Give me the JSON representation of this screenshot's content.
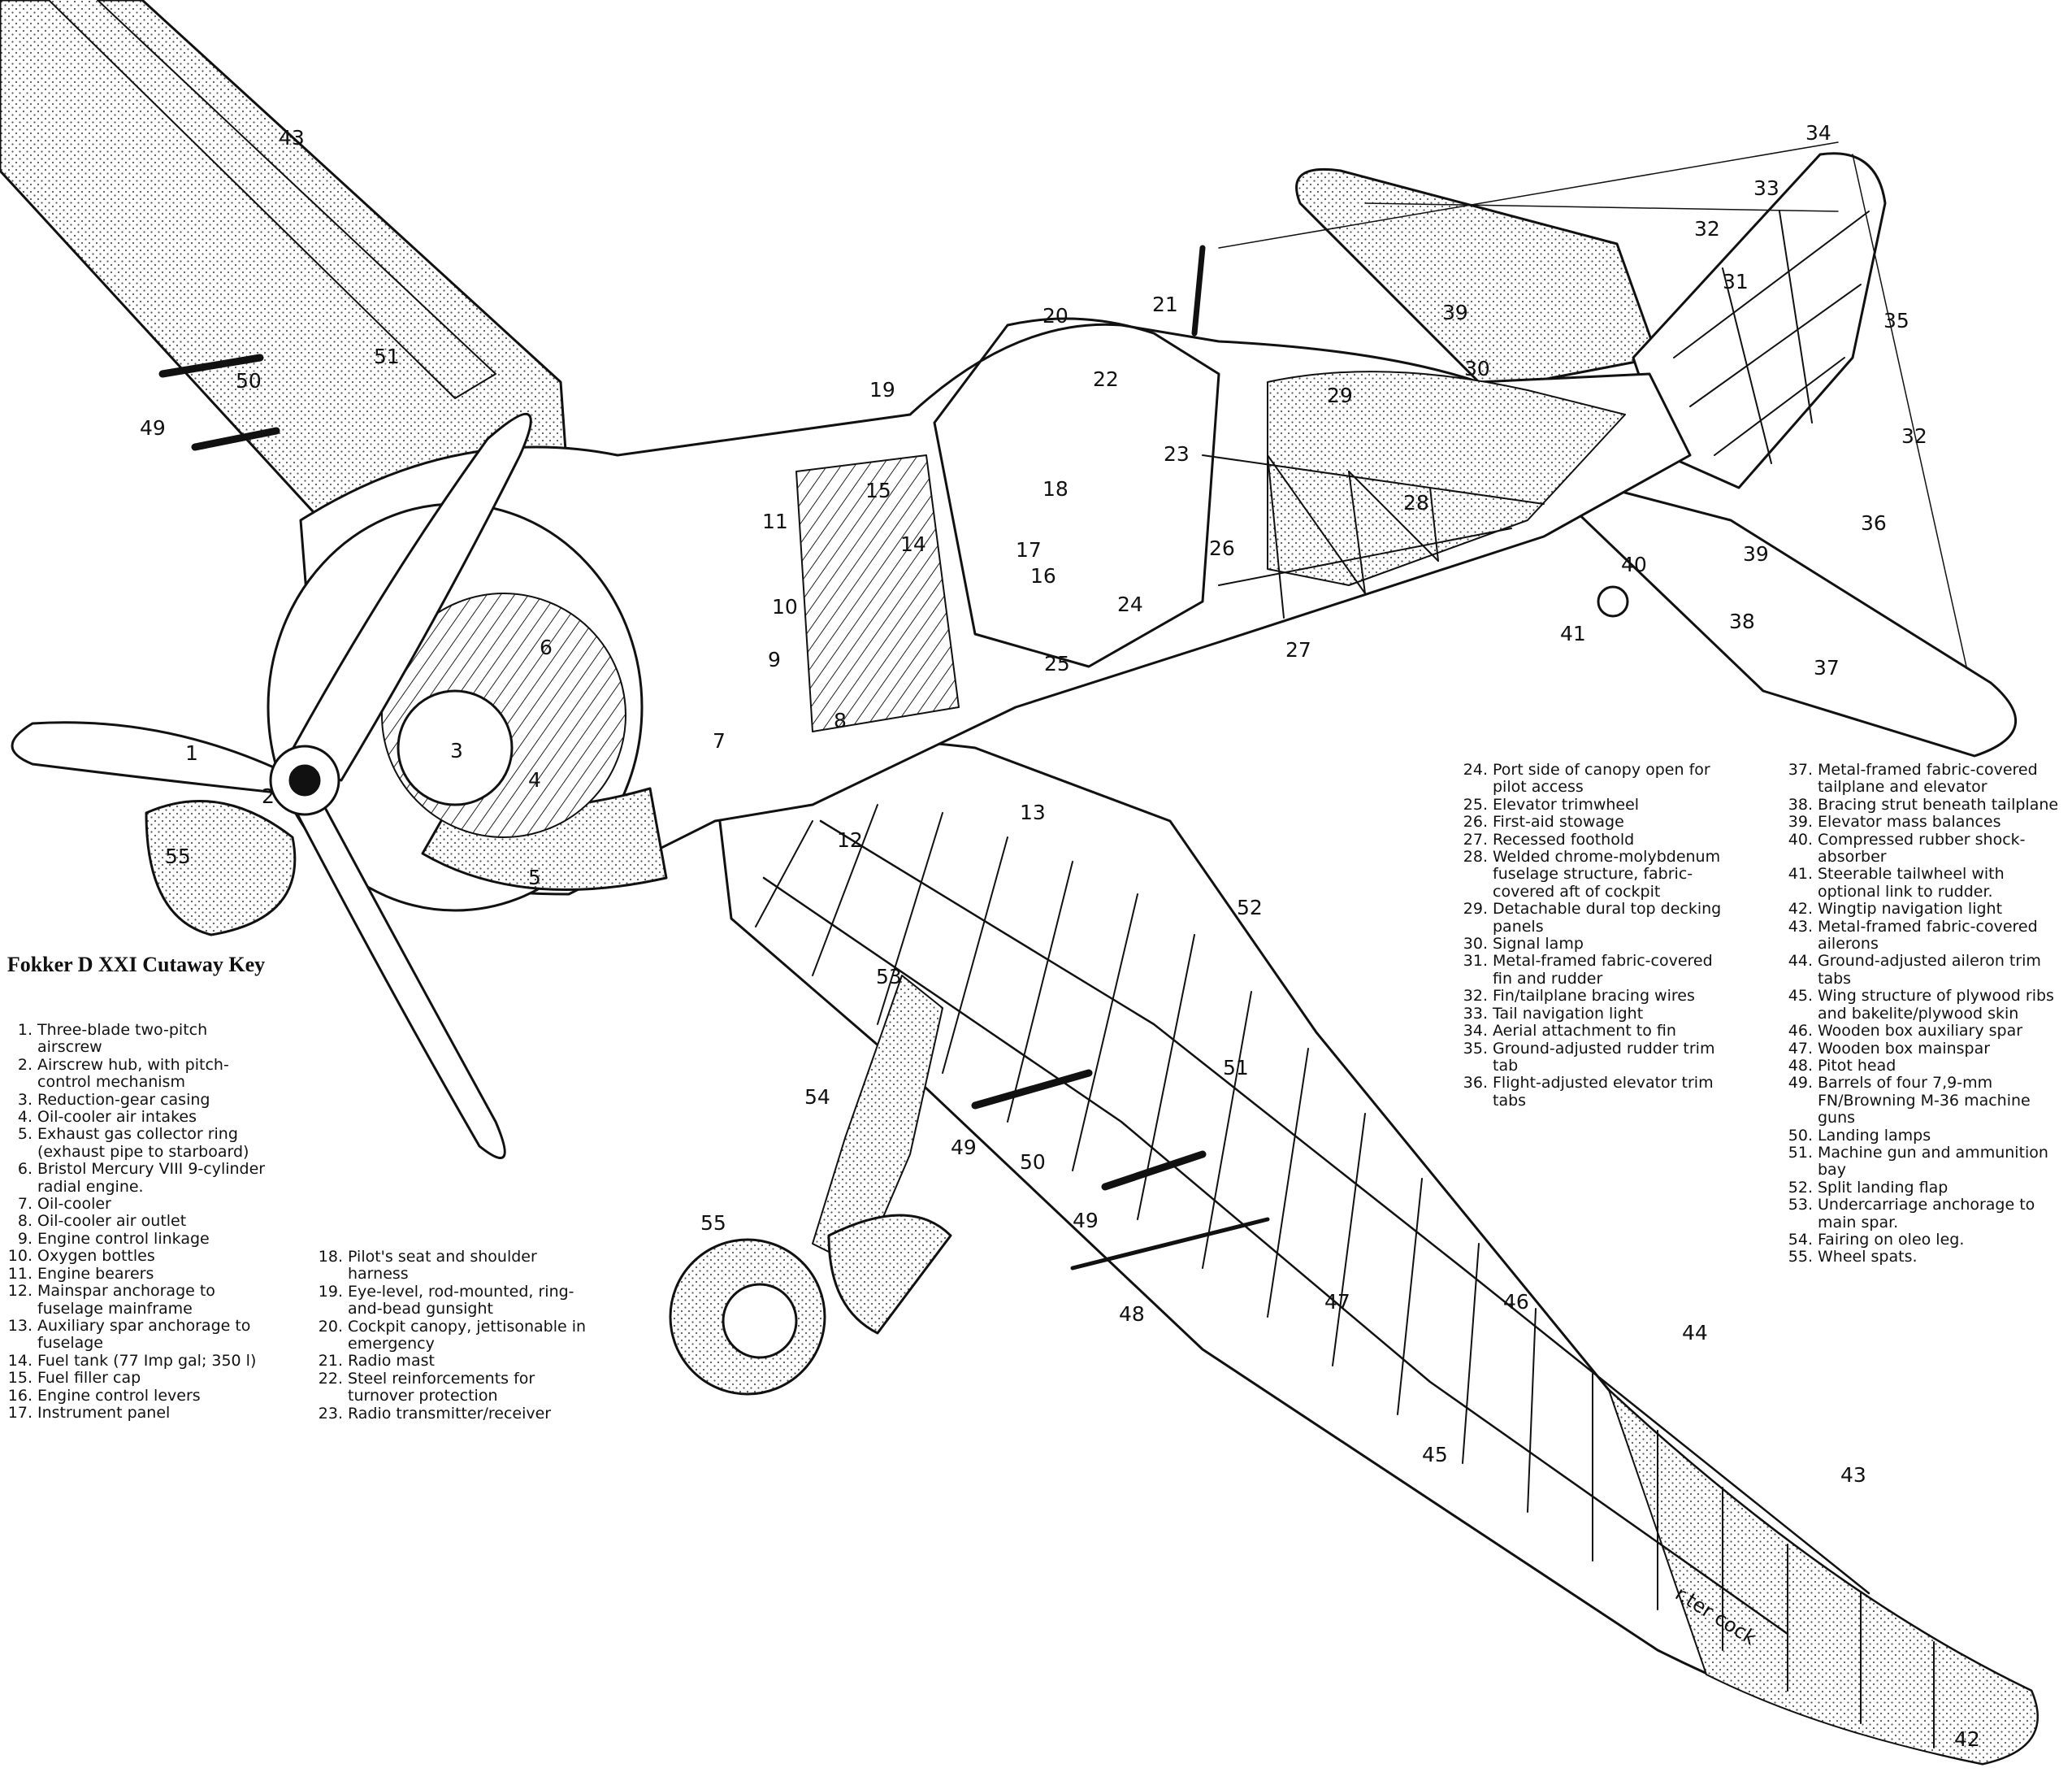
{
  "key_title": "Fokker D XXI Cutaway Key",
  "key_columns": [
    [
      {
        "num": "1.",
        "text": "Three-blade two-pitch airscrew"
      },
      {
        "num": "2.",
        "text": "Airscrew hub, with pitch-control mechanism"
      },
      {
        "num": "3.",
        "text": "Reduction-gear casing"
      },
      {
        "num": "4.",
        "text": "Oil-cooler air intakes"
      },
      {
        "num": "5.",
        "text": "Exhaust gas collector ring (exhaust pipe to starboard)"
      },
      {
        "num": "6.",
        "text": "Bristol Mercury VIII 9-cylinder radial engine."
      },
      {
        "num": "7.",
        "text": "Oil-cooler"
      },
      {
        "num": "8.",
        "text": "Oil-cooler air outlet"
      },
      {
        "num": "9.",
        "text": "Engine control linkage"
      },
      {
        "num": "10.",
        "text": "Oxygen bottles"
      },
      {
        "num": "11.",
        "text": "Engine bearers"
      },
      {
        "num": "12.",
        "text": "Mainspar anchorage to fuselage mainframe"
      },
      {
        "num": "13.",
        "text": "Auxiliary spar anchorage to fuselage"
      },
      {
        "num": "14.",
        "text": "Fuel tank (77 Imp gal; 350 l)"
      },
      {
        "num": "15.",
        "text": "Fuel filler cap"
      },
      {
        "num": "16.",
        "text": "Engine control levers"
      },
      {
        "num": "17.",
        "text": "Instrument panel"
      }
    ],
    [
      {
        "num": "18.",
        "text": "Pilot's seat and shoulder harness"
      },
      {
        "num": "19.",
        "text": "Eye-level, rod-mounted, ring-and-bead gunsight"
      },
      {
        "num": "20.",
        "text": "Cockpit canopy, jettisonable in emergency"
      },
      {
        "num": "21.",
        "text": "Radio mast"
      },
      {
        "num": "22.",
        "text": "Steel reinforcements for turnover protection"
      },
      {
        "num": "23.",
        "text": "Radio transmitter/receiver"
      }
    ],
    [
      {
        "num": "24.",
        "text": "Port side of canopy open for pilot access"
      },
      {
        "num": "25.",
        "text": "Elevator trimwheel"
      },
      {
        "num": "26.",
        "text": "First-aid stowage"
      },
      {
        "num": "27.",
        "text": "Recessed foothold"
      },
      {
        "num": "28.",
        "text": "Welded chrome-molybdenum fuselage structure, fabric-covered aft of cockpit"
      },
      {
        "num": "29.",
        "text": "Detachable dural top decking panels"
      },
      {
        "num": "30.",
        "text": "Signal lamp"
      },
      {
        "num": "31.",
        "text": "Metal-framed fabric-covered fin and rudder"
      },
      {
        "num": "32.",
        "text": "Fin/tailplane bracing wires"
      },
      {
        "num": "33.",
        "text": "Tail navigation light"
      },
      {
        "num": "34.",
        "text": "Aerial attachment to fin"
      },
      {
        "num": "35.",
        "text": "Ground-adjusted rudder trim tab"
      },
      {
        "num": "36.",
        "text": "Flight-adjusted elevator trim tabs"
      }
    ],
    [
      {
        "num": "37.",
        "text": "Metal-framed fabric-covered tailplane and elevator"
      },
      {
        "num": "38.",
        "text": "Bracing strut beneath tailplane"
      },
      {
        "num": "39.",
        "text": "Elevator mass balances"
      },
      {
        "num": "40.",
        "text": "Compressed rubber shock-absorber"
      },
      {
        "num": "41.",
        "text": "Steerable tailwheel with optional link to rudder."
      },
      {
        "num": "42.",
        "text": "Wingtip navigation light"
      },
      {
        "num": "43.",
        "text": "Metal-framed fabric-covered ailerons"
      },
      {
        "num": "44.",
        "text": "Ground-adjusted aileron trim tabs"
      },
      {
        "num": "45.",
        "text": "Wing structure of plywood ribs and bakelite/plywood skin"
      },
      {
        "num": "46.",
        "text": "Wooden box auxiliary spar"
      },
      {
        "num": "47.",
        "text": "Wooden box mainspar"
      },
      {
        "num": "48.",
        "text": "Pitot head"
      },
      {
        "num": "49.",
        "text": "Barrels of four 7,9-mm FN/Browning M-36 machine guns"
      },
      {
        "num": "50.",
        "text": "Landing lamps"
      },
      {
        "num": "51.",
        "text": "Machine gun and ammunition bay"
      },
      {
        "num": "52.",
        "text": "Split landing flap"
      },
      {
        "num": "53.",
        "text": "Undercarriage anchorage to main spar."
      },
      {
        "num": "54.",
        "text": "Fairing on oleo leg."
      },
      {
        "num": "55.",
        "text": "Wheel spats."
      }
    ]
  ],
  "callouts": [
    {
      "id": "c1",
      "text": "1"
    },
    {
      "id": "c2",
      "text": "2"
    },
    {
      "id": "c3",
      "text": "3"
    },
    {
      "id": "c4",
      "text": "4"
    },
    {
      "id": "c5",
      "text": "5"
    },
    {
      "id": "c6",
      "text": "6"
    },
    {
      "id": "c7",
      "text": "7"
    },
    {
      "id": "c8",
      "text": "8"
    },
    {
      "id": "c9",
      "text": "9"
    },
    {
      "id": "c10",
      "text": "10"
    },
    {
      "id": "c11",
      "text": "11"
    },
    {
      "id": "c12",
      "text": "12"
    },
    {
      "id": "c13",
      "text": "13"
    },
    {
      "id": "c14",
      "text": "14"
    },
    {
      "id": "c15",
      "text": "15"
    },
    {
      "id": "c16",
      "text": "16"
    },
    {
      "id": "c17",
      "text": "17"
    },
    {
      "id": "c18",
      "text": "18"
    },
    {
      "id": "c19",
      "text": "19"
    },
    {
      "id": "c20",
      "text": "20"
    },
    {
      "id": "c21",
      "text": "21"
    },
    {
      "id": "c22",
      "text": "22"
    },
    {
      "id": "c23",
      "text": "23"
    },
    {
      "id": "c24",
      "text": "24"
    },
    {
      "id": "c25",
      "text": "25"
    },
    {
      "id": "c26",
      "text": "26"
    },
    {
      "id": "c27",
      "text": "27"
    },
    {
      "id": "c28",
      "text": "28"
    },
    {
      "id": "c29",
      "text": "29"
    },
    {
      "id": "c30",
      "text": "30"
    },
    {
      "id": "c31",
      "text": "31"
    },
    {
      "id": "c32a",
      "text": "32"
    },
    {
      "id": "c32b",
      "text": "32"
    },
    {
      "id": "c33",
      "text": "33"
    },
    {
      "id": "c34",
      "text": "34"
    },
    {
      "id": "c35",
      "text": "35"
    },
    {
      "id": "c36",
      "text": "36"
    },
    {
      "id": "c37",
      "text": "37"
    },
    {
      "id": "c38",
      "text": "38"
    },
    {
      "id": "c39a",
      "text": "39"
    },
    {
      "id": "c39b",
      "text": "39"
    },
    {
      "id": "c40",
      "text": "40"
    },
    {
      "id": "c41",
      "text": "41"
    },
    {
      "id": "c42",
      "text": "42"
    },
    {
      "id": "c43a",
      "text": "43"
    },
    {
      "id": "c43b",
      "text": "43"
    },
    {
      "id": "c44",
      "text": "44"
    },
    {
      "id": "c45",
      "text": "45"
    },
    {
      "id": "c46",
      "text": "46"
    },
    {
      "id": "c47",
      "text": "47"
    },
    {
      "id": "c48",
      "text": "48"
    },
    {
      "id": "c49a",
      "text": "49"
    },
    {
      "id": "c49b",
      "text": "49"
    },
    {
      "id": "c49c",
      "text": "49"
    },
    {
      "id": "c50a",
      "text": "50"
    },
    {
      "id": "c50b",
      "text": "50"
    },
    {
      "id": "c51a",
      "text": "51"
    },
    {
      "id": "c51b",
      "text": "51"
    },
    {
      "id": "c52",
      "text": "52"
    },
    {
      "id": "c53",
      "text": "53"
    },
    {
      "id": "c54",
      "text": "54"
    },
    {
      "id": "c55a",
      "text": "55"
    },
    {
      "id": "c55b",
      "text": "55"
    }
  ],
  "artist_signature": "r.ter cock"
}
